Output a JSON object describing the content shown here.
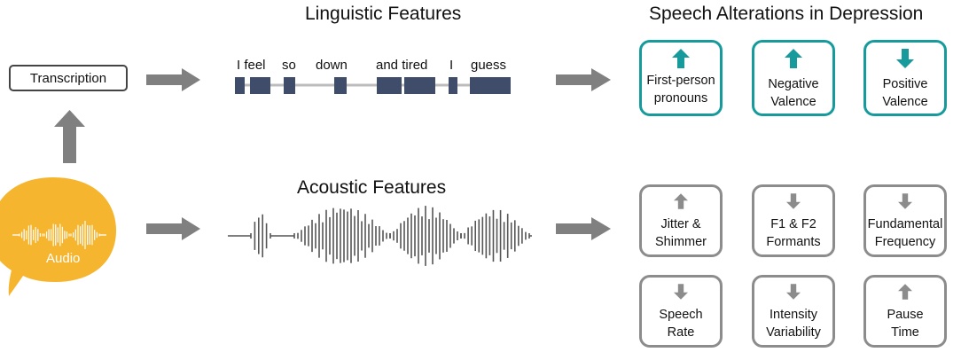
{
  "titles": {
    "linguistic": "Linguistic Features",
    "acoustic": "Acoustic Features",
    "alterations": "Speech Alterations in Depression"
  },
  "transcription_label": "Transcription",
  "audio_label": "Audio",
  "words": [
    "I feel",
    "so",
    "down",
    "and tired",
    "I",
    "guess"
  ],
  "linguistic_alterations": [
    {
      "label1": "First-person",
      "label2": "pronouns",
      "direction": "up"
    },
    {
      "label1": "Negative",
      "label2": "Valence",
      "direction": "up"
    },
    {
      "label1": "Positive",
      "label2": "Valence",
      "direction": "down"
    }
  ],
  "acoustic_alterations": [
    {
      "label1": "Jitter &",
      "label2": "Shimmer",
      "direction": "up"
    },
    {
      "label1": "F1 & F2",
      "label2": "Formants",
      "direction": "down"
    },
    {
      "label1": "Fundamental",
      "label2": "Frequency",
      "direction": "down"
    },
    {
      "label1": "Speech",
      "label2": "Rate",
      "direction": "down"
    },
    {
      "label1": "Intensity",
      "label2": "Variability",
      "direction": "down"
    },
    {
      "label1": "Pause",
      "label2": "Time",
      "direction": "up"
    }
  ],
  "colors": {
    "teal": "#179a9c",
    "gray_arrow": "#808080",
    "token_bar": "#3f4d6b",
    "audio_bubble": "#f5b52e"
  }
}
